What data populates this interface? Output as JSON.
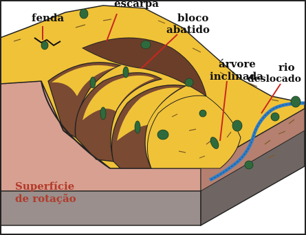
{
  "labels": {
    "fenda": "fenda",
    "escarpa": "escarpa",
    "bloco": "bloco",
    "abatido": "abatido",
    "arvore": "árvore",
    "inclinada": "inclinada",
    "rio": "rio",
    "deslocado": "deslocado",
    "superficie": "Superfície",
    "rotacao": "de rotação"
  },
  "colors": {
    "ground": "#f0c238",
    "ground_shadow": "#c9962a",
    "soil": "#7a4a32",
    "soil_light": "#a56f55",
    "rock_face": "#d8a091",
    "base": "#9a8f8c",
    "river": "#2f7fc9",
    "tree": "#2f6a3c",
    "label_dark": "#111111",
    "label_red": "#b23a2a",
    "leader": "#c8281e"
  }
}
